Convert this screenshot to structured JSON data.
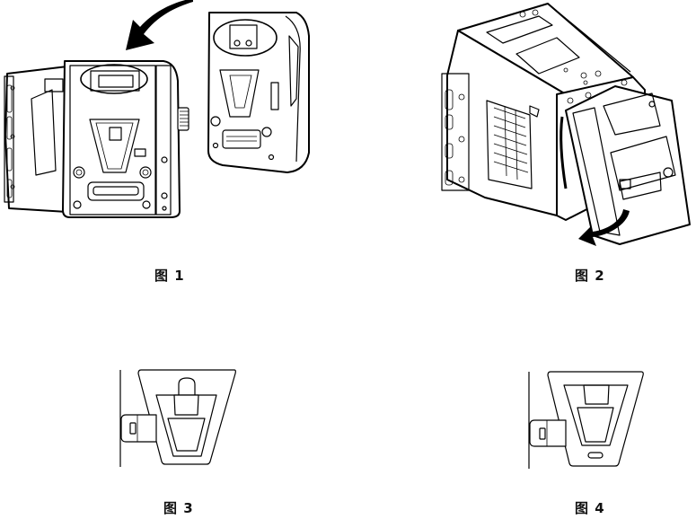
{
  "figures": [
    {
      "id": 1,
      "caption": "图 1",
      "subject": "camera-body-rear-with-battery-plate-attaching",
      "callouts": [
        "highlight-ellipse-camera-top-mount",
        "highlight-ellipse-plate-hook",
        "curved-arrow-attach"
      ]
    },
    {
      "id": 2,
      "caption": "图 2",
      "subject": "camera-body-isometric-with-battery-plate-tilting",
      "callouts": [
        "curved-arrow-tilt-down"
      ]
    },
    {
      "id": 3,
      "caption": "图 3",
      "subject": "v-mount-detail-with-latch-tab-raised"
    },
    {
      "id": 4,
      "caption": "图 4",
      "subject": "v-mount-detail-with-latch-tab-lowered-slot-visible"
    }
  ],
  "colors": {
    "line": "#000000",
    "background": "#ffffff"
  }
}
